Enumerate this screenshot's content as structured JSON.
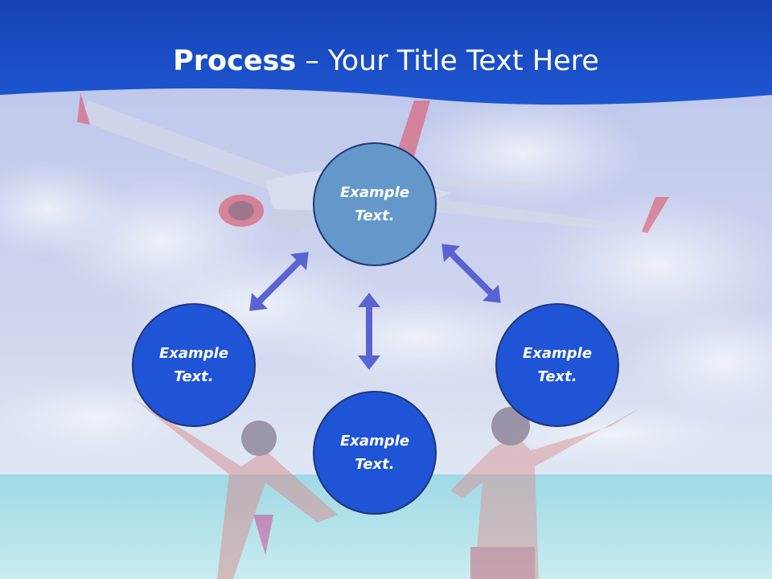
{
  "title": {
    "bold": "Process",
    "rest": " – Your Title Text Here"
  },
  "nodes": {
    "top": "Example Text.",
    "left": "Example Text.",
    "right": "Example Text.",
    "bottom": "Example Text."
  },
  "colors": {
    "header": "#1b4fc7",
    "node_top": "#6498ca",
    "node": "#1f54d6",
    "arrow": "#5a63d2"
  }
}
